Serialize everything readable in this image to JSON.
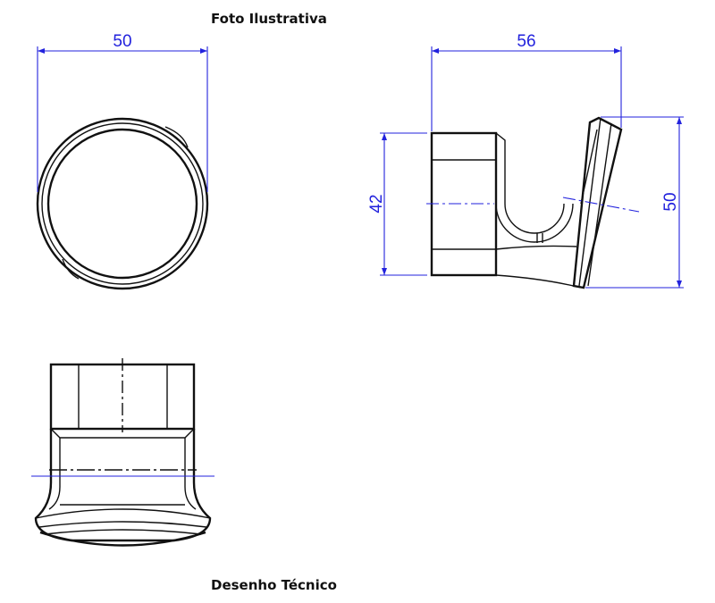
{
  "captions": {
    "top": "Foto Ilustrativa",
    "bottom": "Desenho Técnico"
  },
  "dimensions": {
    "front_width": "50",
    "side_depth": "56",
    "side_base_height": "42",
    "side_total_height": "50"
  },
  "colors": {
    "dimension": "#2222dd",
    "outline": "#111111"
  }
}
